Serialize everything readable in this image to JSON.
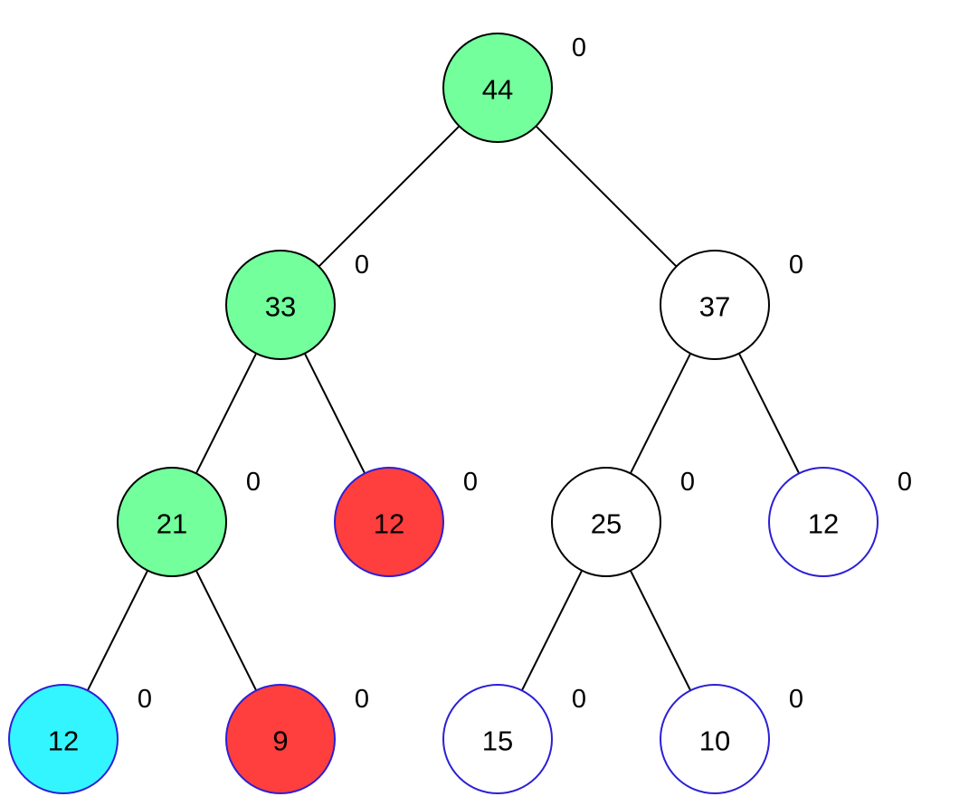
{
  "tree": {
    "nodes": [
      {
        "id": "n44",
        "label": "44",
        "annotation": "0",
        "fill": "#72ff9c",
        "stroke": "#000000"
      },
      {
        "id": "n33",
        "label": "33",
        "annotation": "0",
        "fill": "#72ff9c",
        "stroke": "#000000"
      },
      {
        "id": "n37",
        "label": "37",
        "annotation": "0",
        "fill": "#ffffff",
        "stroke": "#000000"
      },
      {
        "id": "n21",
        "label": "21",
        "annotation": "0",
        "fill": "#72ff9c",
        "stroke": "#000000"
      },
      {
        "id": "n12a",
        "label": "12",
        "annotation": "0",
        "fill": "#ff3e3e",
        "stroke": "#2b1fd6"
      },
      {
        "id": "n25",
        "label": "25",
        "annotation": "0",
        "fill": "#ffffff",
        "stroke": "#000000"
      },
      {
        "id": "n12b",
        "label": "12",
        "annotation": "0",
        "fill": "#ffffff",
        "stroke": "#2b1fd6"
      },
      {
        "id": "n12c",
        "label": "12",
        "annotation": "0",
        "fill": "#33f5ff",
        "stroke": "#2b1fd6"
      },
      {
        "id": "n9",
        "label": "9",
        "annotation": "0",
        "fill": "#ff3e3e",
        "stroke": "#2b1fd6"
      },
      {
        "id": "n15",
        "label": "15",
        "annotation": "0",
        "fill": "#ffffff",
        "stroke": "#2b1fd6"
      },
      {
        "id": "n10",
        "label": "10",
        "annotation": "0",
        "fill": "#ffffff",
        "stroke": "#2b1fd6"
      }
    ],
    "edges": [
      {
        "from": "n44",
        "to": "n33"
      },
      {
        "from": "n44",
        "to": "n37"
      },
      {
        "from": "n33",
        "to": "n21"
      },
      {
        "from": "n33",
        "to": "n12a"
      },
      {
        "from": "n37",
        "to": "n25"
      },
      {
        "from": "n37",
        "to": "n12b"
      },
      {
        "from": "n21",
        "to": "n12c"
      },
      {
        "from": "n21",
        "to": "n9"
      },
      {
        "from": "n25",
        "to": "n15"
      },
      {
        "from": "n25",
        "to": "n10"
      }
    ]
  }
}
